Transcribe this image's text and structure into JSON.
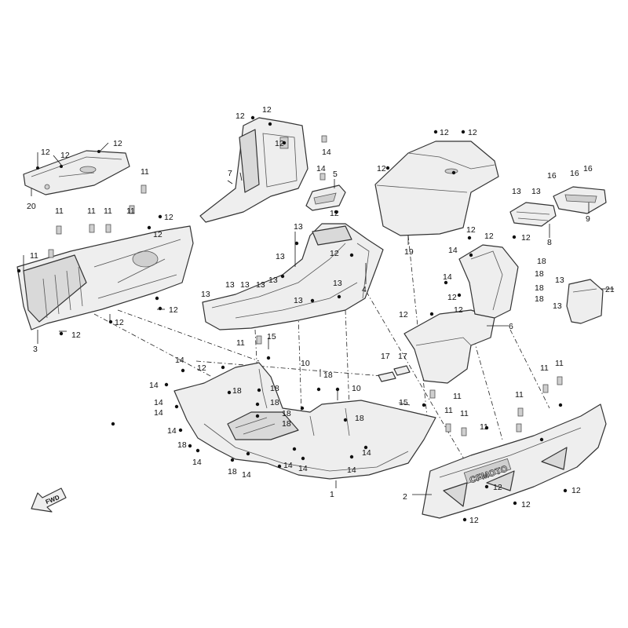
{
  "diagram": {
    "fwd_label": "FWD",
    "brand_mark": "CFMOTO",
    "callouts": {
      "c1": "1",
      "c2": "2",
      "c3": "3",
      "c4": "4",
      "c5": "5",
      "c6": "6",
      "c7": "7",
      "c8": "8",
      "c9": "9",
      "c10": "10",
      "c13": "13",
      "c16": "16",
      "c17": "17",
      "c19": "19",
      "c20": "20",
      "c21": "21",
      "c11": "11",
      "c12": "12",
      "c14": "14",
      "c15": "15",
      "c18": "18"
    }
  }
}
